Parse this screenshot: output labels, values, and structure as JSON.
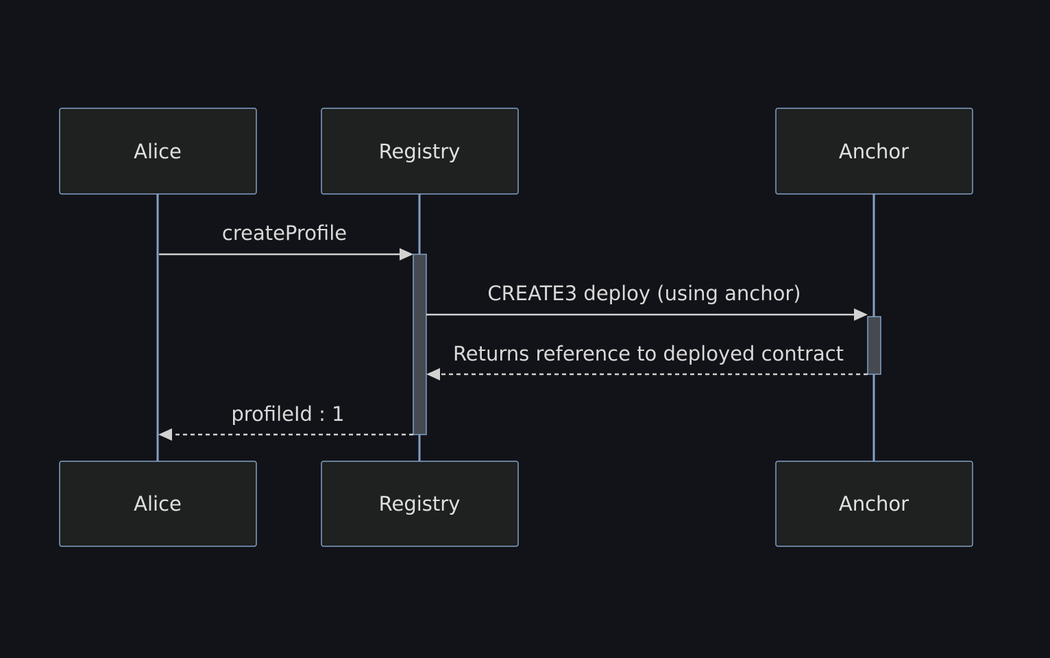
{
  "participants": [
    {
      "id": "alice",
      "label": "Alice"
    },
    {
      "id": "registry",
      "label": "Registry"
    },
    {
      "id": "anchor",
      "label": "Anchor"
    }
  ],
  "messages": [
    {
      "from": "alice",
      "to": "registry",
      "label": "createProfile",
      "style": "solid"
    },
    {
      "from": "registry",
      "to": "anchor",
      "label": "CREATE3 deploy (using anchor)",
      "style": "solid"
    },
    {
      "from": "anchor",
      "to": "registry",
      "label": "Returns reference to deployed contract",
      "style": "dashed"
    },
    {
      "from": "registry",
      "to": "alice",
      "label": "profileId : 1",
      "style": "dashed"
    }
  ],
  "colors": {
    "background": "#121318",
    "box_fill": "#1f2020",
    "box_stroke": "#81a1c8",
    "lifeline": "#81a1c8",
    "activation_fill": "#454a51",
    "message_line": "#d2d2d2",
    "text": "#e0e0e0"
  }
}
